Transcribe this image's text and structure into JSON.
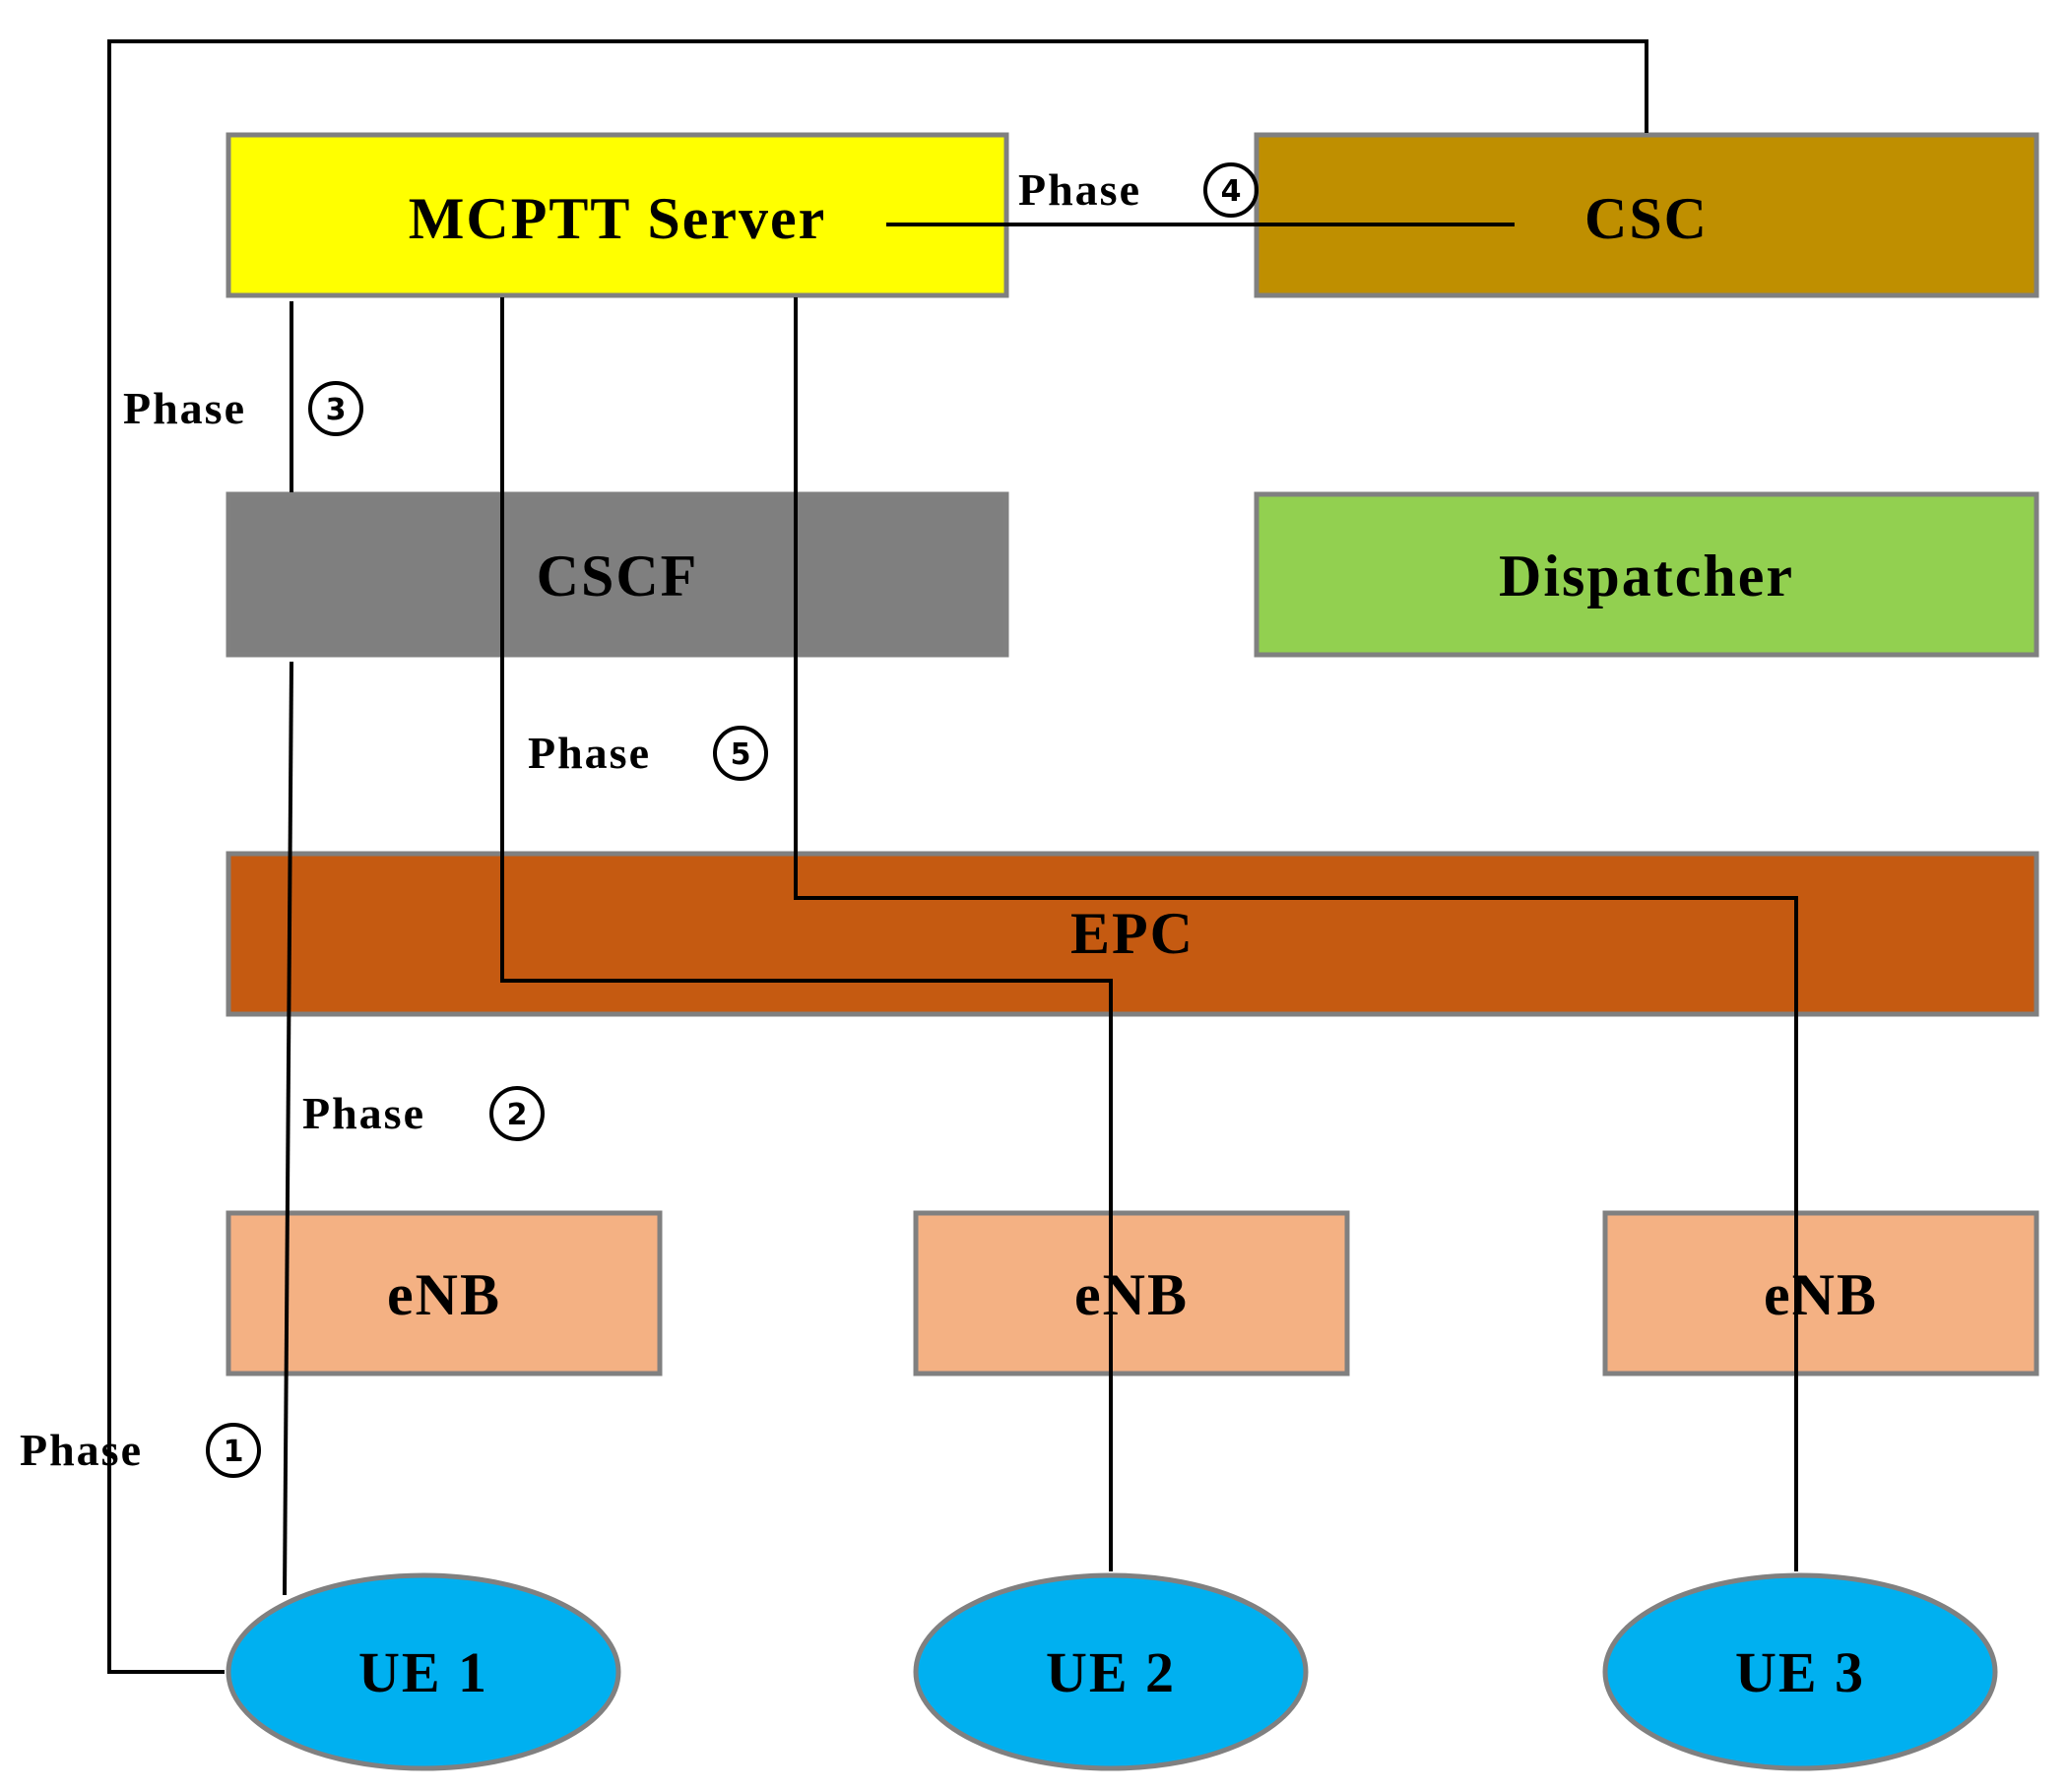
{
  "nodes": {
    "mcptt_server": {
      "label": "MCPTT Server",
      "color": "#FFFF00"
    },
    "csc": {
      "label": "CSC",
      "color": "#BF8F00"
    },
    "cscf": {
      "label": "CSCF",
      "color": "#7F7F7F"
    },
    "dispatcher": {
      "label": "Dispatcher",
      "color": "#92D050"
    },
    "epc": {
      "label": "EPC",
      "color": "#C55A11"
    },
    "enb_1": {
      "label": "eNB",
      "color": "#F4B183"
    },
    "enb_2": {
      "label": "eNB",
      "color": "#F4B183"
    },
    "enb_3": {
      "label": "eNB",
      "color": "#F4B183"
    },
    "ue_1": {
      "label": "UE 1",
      "color": "#00B0F0"
    },
    "ue_2": {
      "label": "UE 2",
      "color": "#00B0F0"
    },
    "ue_3": {
      "label": "UE 3",
      "color": "#00B0F0"
    }
  },
  "phases": [
    {
      "label": "Phase",
      "number": "1"
    },
    {
      "label": "Phase",
      "number": "2"
    },
    {
      "label": "Phase",
      "number": "3"
    },
    {
      "label": "Phase",
      "number": "4"
    },
    {
      "label": "Phase",
      "number": "5"
    }
  ],
  "border_color": "#808080",
  "line_color": "#000000"
}
